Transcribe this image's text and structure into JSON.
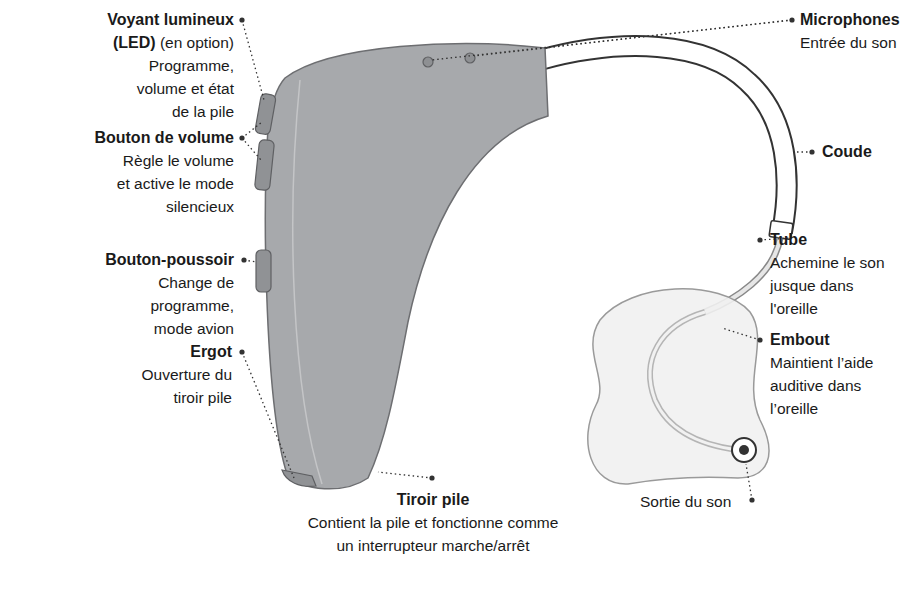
{
  "diagram": {
    "labels": [
      "Microphones",
      "Entrée du son",
      "Voyant lumineux (LED)",
      "(en option)",
      "Programme, volume et état de la pile",
      "Coude",
      "Bouton de volume",
      "Règle le volume et active le mode silencieux",
      "Tube",
      "Achemine le son jusque dans l'oreille",
      "Bouton-poussoir",
      "Change de programme, mode avion",
      "Embout",
      "Maintient l’aide auditive dans l’oreille",
      "Ergot",
      "Ouverture du tiroir pile",
      "Sortie du son",
      "Tiroir pile",
      "Contient la pile et fonctionne comme un interrupteur marche/arrêt"
    ]
  }
}
